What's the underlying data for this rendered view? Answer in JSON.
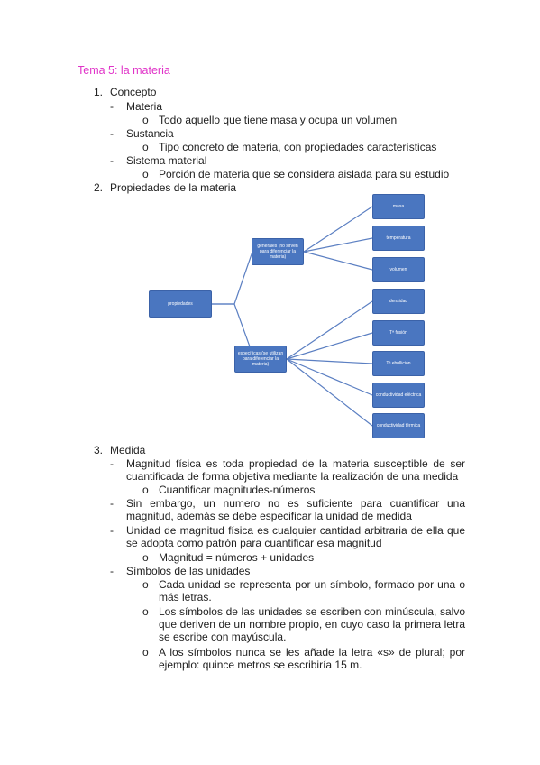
{
  "title": "Tema 5: la materia",
  "s1": {
    "num": "1.",
    "label": "Concepto",
    "items": [
      {
        "dash": "-",
        "term": "Materia",
        "bullet": "o",
        "def": "Todo aquello que tiene masa y ocupa un volumen"
      },
      {
        "dash": "-",
        "term": "Sustancia",
        "bullet": "o",
        "def": "Tipo concreto de materia, con propiedades características"
      },
      {
        "dash": "-",
        "term": "Sistema material",
        "bullet": "o",
        "def": "Porción de materia que se considera aislada para su estudio"
      }
    ]
  },
  "s2": {
    "num": "2.",
    "label": "Propiedades de la materia",
    "diagram": {
      "root": "propiedades",
      "generales": "generales (no sirven para diferenciar la materia)",
      "generales_children": [
        "masa",
        "temperatura",
        "volumen"
      ],
      "especificas": "específicas (se utilizan para diferenciar la materia)",
      "especificas_children": [
        "densidad",
        "Tª fusión",
        "Tª ebullición",
        "conductividad eléctrica",
        "conductividad térmica"
      ],
      "colors": {
        "box": "#4a76c0",
        "line": "#5b7fc2"
      }
    }
  },
  "s3": {
    "num": "3.",
    "label": "Medida",
    "p1_dash": "-",
    "p1": "Magnitud física es toda propiedad de la materia susceptible de ser cuantificada de forma objetiva mediante la realización de una medida",
    "p1_bullet": "o",
    "p1_sub": "Cuantificar magnitudes-números",
    "p2_dash": "-",
    "p2": "Sin embargo, un numero no es suficiente para cuantificar una magnitud, además se debe especificar la unidad de medida",
    "p3_dash": "-",
    "p3": "Unidad de magnitud física es cualquier cantidad arbitraria de ella que se adopta como patrón para cuantificar esa magnitud",
    "p3_bullet": "o",
    "p3_sub": "Magnitud = números + unidades",
    "p4_dash": "-",
    "p4": "Símbolos de las unidades",
    "subs": [
      {
        "bullet": "o",
        "text": "Cada unidad se representa por un símbolo, formado por una o más letras."
      },
      {
        "bullet": "o",
        "text": "Los símbolos de las unidades se escriben con minúscula, salvo que deriven de un nombre propio, en cuyo caso la primera letra se escribe con mayúscula."
      },
      {
        "bullet": "o",
        "text": "A los símbolos nunca se les añade la letra «s» de plural; por ejemplo: quince metros se escribiría 15 m."
      }
    ]
  }
}
